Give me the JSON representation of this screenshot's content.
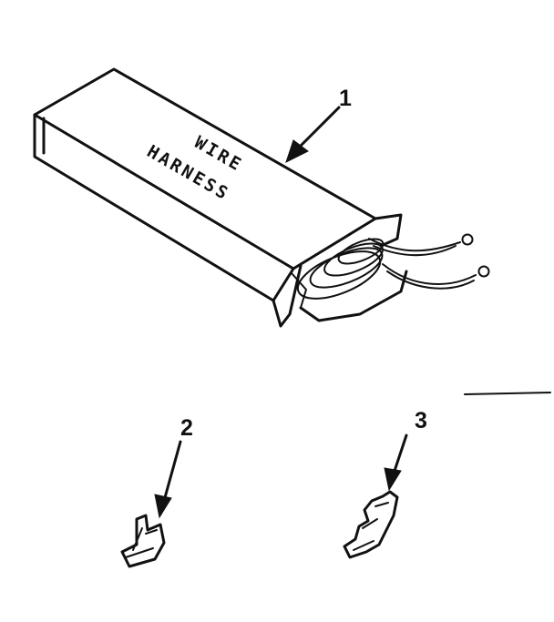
{
  "box": {
    "label_line1": "WIRE",
    "label_line2": "HARNESS"
  },
  "callouts": [
    {
      "id": "1",
      "label": "1"
    },
    {
      "id": "2",
      "label": "2"
    },
    {
      "id": "3",
      "label": "3"
    }
  ]
}
